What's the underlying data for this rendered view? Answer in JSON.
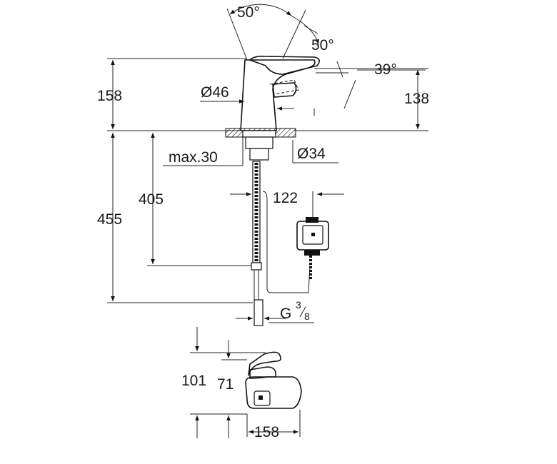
{
  "drawing": {
    "angle_top": "50°",
    "angle_lever": "50°",
    "angle_spout": "39°",
    "height_total": "158",
    "height_spout": "138",
    "diameter_body": "Ø46",
    "diameter_hole": "Ø34",
    "deck_thickness": "max.30",
    "length_hose": "405",
    "length_total": "455",
    "box_offset": "122",
    "thread_prefix": "G",
    "thread_num": "3",
    "thread_den": "8",
    "height_top_view": "101",
    "height_top_view_inner": "71",
    "projection": "158"
  }
}
